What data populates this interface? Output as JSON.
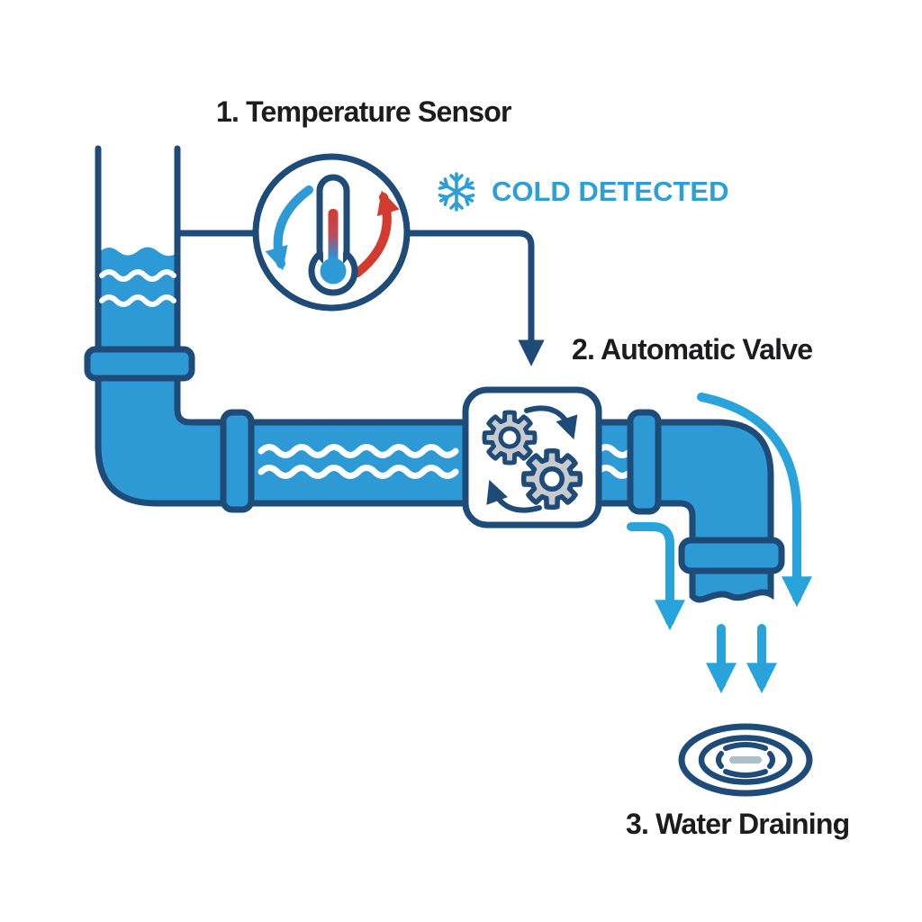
{
  "labels": {
    "step1": "1. Temperature Sensor",
    "status": "COLD DETECTED",
    "step2": "2. Automatic Valve",
    "step3": "3. Water Draining"
  },
  "icons": {
    "status": "snowflake-icon",
    "step1": "thermometer-gauge-icon",
    "step2": "rotating-gears-icon",
    "step3": "drain-ripple-icon"
  },
  "colors": {
    "pipe_fill": "#2E9AD5",
    "outline_navy": "#1F4B79",
    "flow_arrow": "#29A3DC",
    "status_text": "#2D9FD8",
    "hot_arrow": "#D23B30",
    "gear_fill": "#C8CBCE",
    "water_wave": "#FFFFFF",
    "label_text": "#1C1C1E",
    "drain_center_dash": "#AEBFC9"
  }
}
